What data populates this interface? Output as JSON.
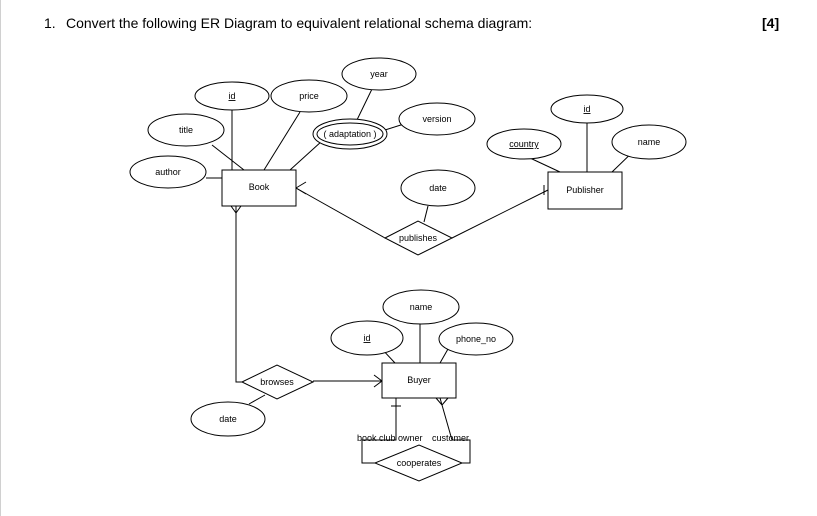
{
  "question": {
    "number": "1.",
    "text": "Convert the following ER Diagram to equivalent relational schema diagram:",
    "marks": "[4]"
  },
  "entities": {
    "book": "Book",
    "publisher": "Publisher",
    "buyer": "Buyer"
  },
  "relationships": {
    "publishes": "publishes",
    "browses": "browses",
    "cooperates": "cooperates"
  },
  "attributes": {
    "book_id": "id",
    "book_price": "price",
    "book_year": "year",
    "book_title": "title",
    "book_author": "author",
    "book_adaptation": "( adaptation )",
    "book_version": "version",
    "publishes_date": "date",
    "publisher_id": "id",
    "publisher_country": "country",
    "publisher_name": "name",
    "buyer_name": "name",
    "buyer_id": "id",
    "buyer_phone": "phone_no",
    "browses_date": "date"
  },
  "roles": {
    "book_club_owner": "book club owner",
    "customer": "customer"
  }
}
